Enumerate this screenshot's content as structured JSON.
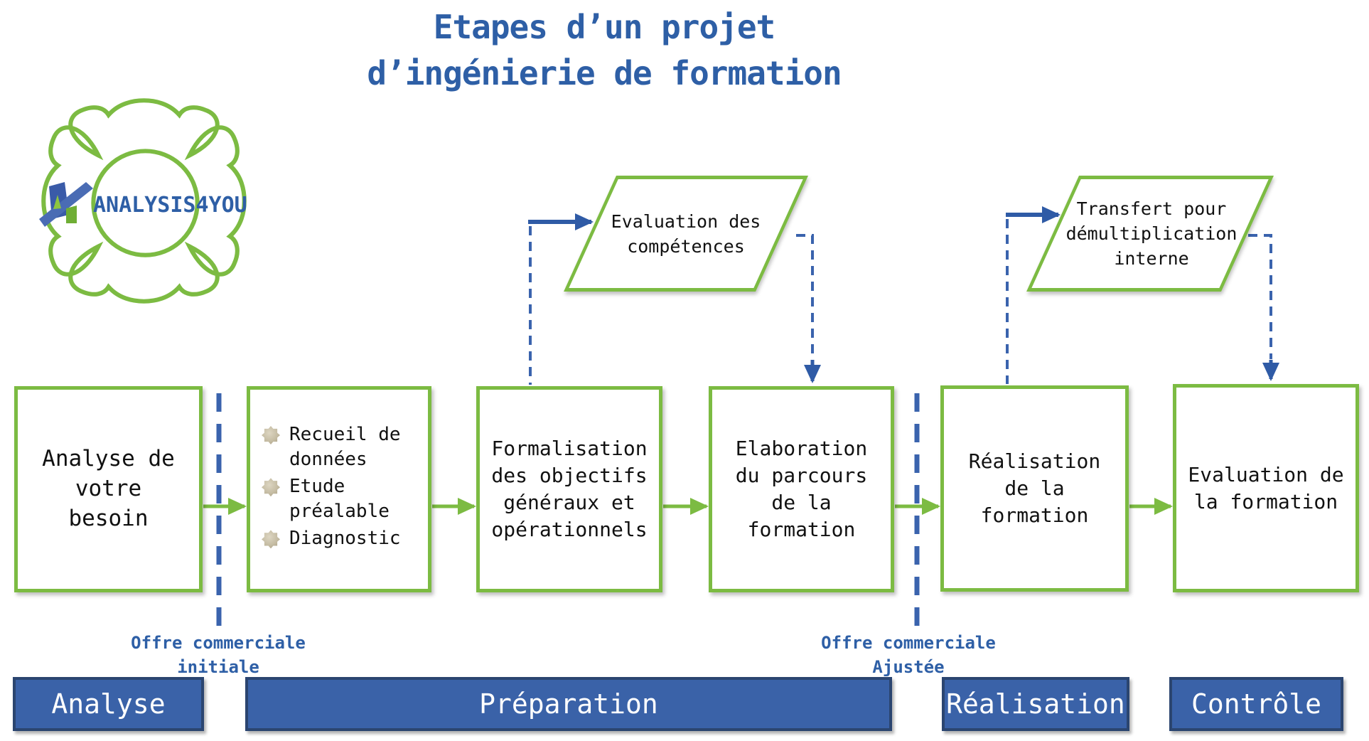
{
  "title": {
    "line1": "Etapes d’un projet",
    "line2": "d’ingénierie de formation"
  },
  "logo": {
    "text": "ANALYSIS4YOU",
    "emblem_icon": "maltese-flower-icon",
    "mark_icon": "letter-a-icon"
  },
  "callouts": [
    {
      "text": "Evaluation des\ncompétences"
    },
    {
      "text": "Transfert pour\ndémultiplication\ninterne"
    }
  ],
  "boxes": [
    {
      "text": "Analyse de\nvotre\nbesoin"
    },
    {
      "bullet_icon": "star-8pt-bullet",
      "bullets": [
        "Recueil de\ndonnées",
        "Etude\npréalable",
        "Diagnostic"
      ]
    },
    {
      "text": "Formalisation\ndes objectifs\ngénéraux et\nopérationnels"
    },
    {
      "text": "Elaboration\ndu parcours\nde la\nformation"
    },
    {
      "text": "Réalisation\nde la\nformation"
    },
    {
      "text": "Evaluation de\nla formation"
    }
  ],
  "milestones": [
    {
      "label": "Offre commerciale\ninitiale"
    },
    {
      "label": "Offre commerciale\nAjustée"
    }
  ],
  "phases": [
    {
      "label": "Analyse"
    },
    {
      "label": "Préparation"
    },
    {
      "label": "Réalisation"
    },
    {
      "label": "Contrôle"
    }
  ],
  "colors": {
    "green": "#7cbb42",
    "blue_accent": "#2f5ba6",
    "dash_blue": "#3a63ad",
    "title_blue": "#2e5fa6",
    "phase_fill": "#3a62a8",
    "phase_border": "#2b4570",
    "bullet_tan": "#a89c80"
  }
}
